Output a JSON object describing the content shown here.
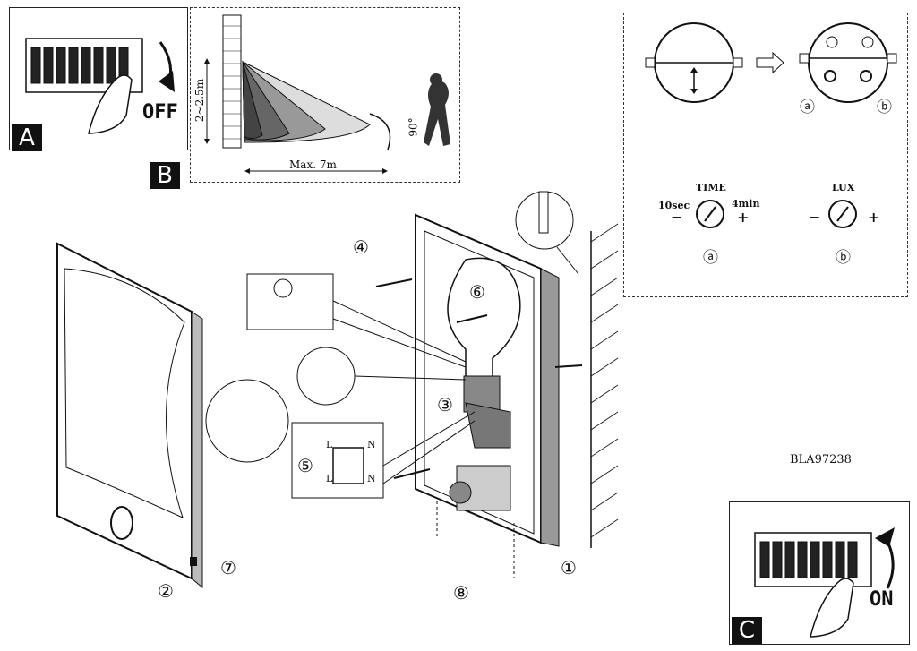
{
  "panels": {
    "a": {
      "tag": "A",
      "off_label": "OFF"
    },
    "b": {
      "tag": "B",
      "height_label": "2~2.5m",
      "range_label": "Max. 7m",
      "angle_label": "90°"
    },
    "c": {
      "tag": "C",
      "on_label": "ON"
    },
    "settings": {
      "time_title": "TIME",
      "time_min": "10sec",
      "time_max": "4min",
      "lux_title": "LUX",
      "marker_a": "ⓐ",
      "marker_b": "ⓑ",
      "minus": "−",
      "plus": "+"
    }
  },
  "steps": [
    "①",
    "②",
    "③",
    "④",
    "⑤",
    "⑥",
    "⑦",
    "⑧"
  ],
  "terminal": {
    "l": "L",
    "n": "N"
  },
  "model_code": "BLA97238"
}
